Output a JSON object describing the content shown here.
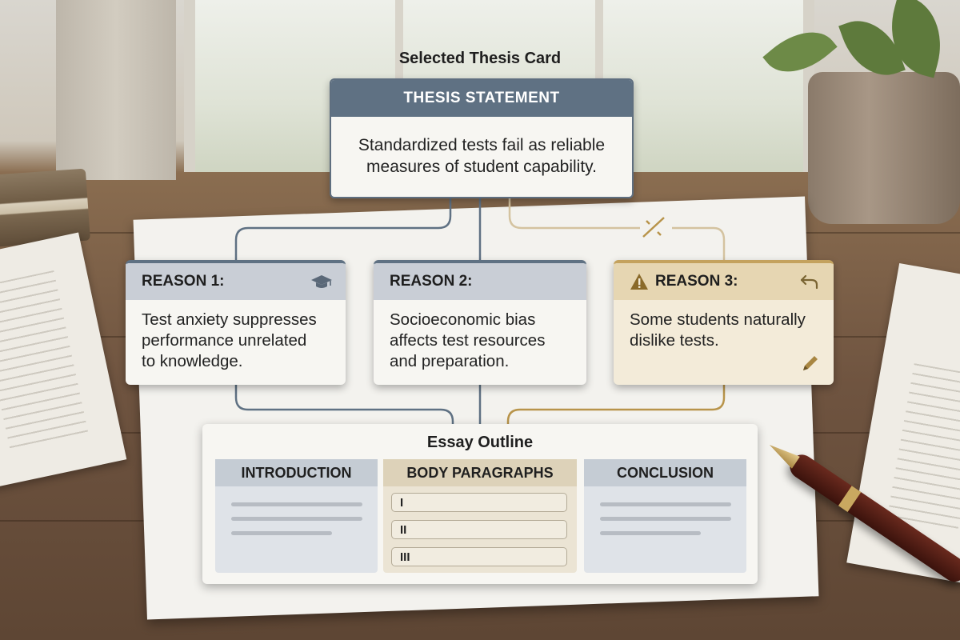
{
  "header": {
    "title": "Selected Thesis Card"
  },
  "thesis": {
    "label": "THESIS STATEMENT",
    "text_line1": "Standardized tests fail as reliable",
    "text_line2": "measures of student capability."
  },
  "reasons": [
    {
      "label": "REASON 1:",
      "icon": "graduation-cap-icon",
      "lines": [
        "Test anxiety suppresses",
        "performance unrelated",
        "to knowledge."
      ],
      "status": "linked"
    },
    {
      "label": "REASON 2:",
      "icon": null,
      "lines": [
        "Socioeconomic bias",
        "affects test resources",
        "and preparation."
      ],
      "status": "linked"
    },
    {
      "label": "REASON 3:",
      "icon": "undo-icon",
      "warning_icon": "warning-icon",
      "edit_icon": "pencil-icon",
      "lines": [
        "Some students naturally",
        "dislike tests."
      ],
      "status": "weak-link"
    }
  ],
  "outline": {
    "title": "Essay Outline",
    "columns": {
      "introduction": "INTRODUCTION",
      "body": "BODY PARAGRAPHS",
      "conclusion": "CONCLUSION"
    },
    "body_slots": [
      "I",
      "II",
      "III"
    ]
  },
  "colors": {
    "slate_accent": "#5f7183",
    "warning_accent": "#c4a25e",
    "card_bg": "#f7f6f2"
  }
}
